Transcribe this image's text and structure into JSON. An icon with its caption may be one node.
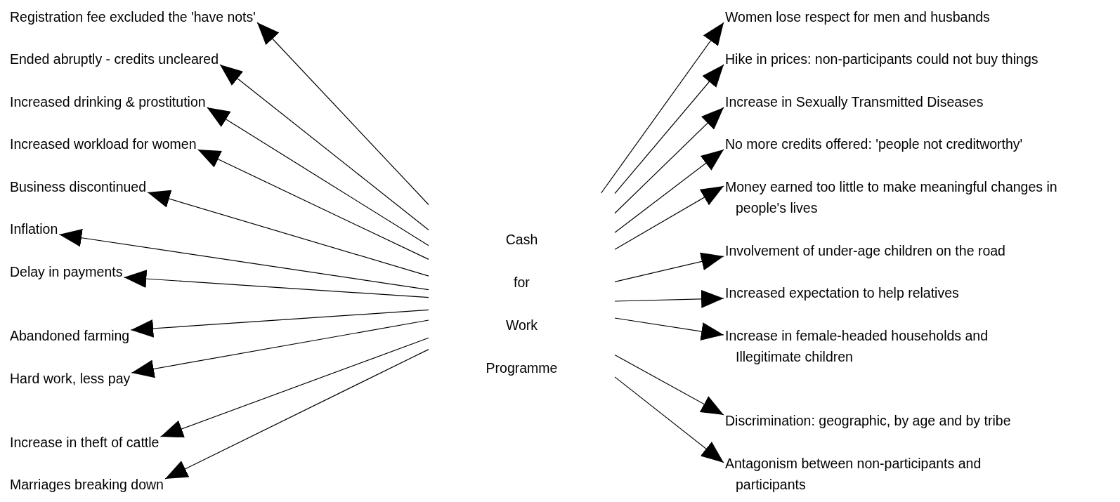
{
  "diagram": {
    "nodes": [
      {
        "text": [
          "Cash for Work Programme"
        ]
      },
      {
        "text": [
          "Registration fee excluded the 'have nots'"
        ]
      },
      {
        "text": [
          "Ended abruptly - credits uncleared"
        ]
      },
      {
        "text": [
          "Increased drinking & prostitution"
        ]
      },
      {
        "text": [
          "Increased workload for women"
        ]
      },
      {
        "text": [
          "Business discontinued"
        ]
      },
      {
        "text": [
          "Inflation"
        ]
      },
      {
        "text": [
          "Delay in payments"
        ]
      },
      {
        "text": [
          "Abandoned farming"
        ]
      },
      {
        "text": [
          "Hard work, less pay"
        ]
      },
      {
        "text": [
          "Increase in theft of cattle"
        ]
      },
      {
        "text": [
          "Marriages breaking down"
        ]
      },
      {
        "text": [
          "Women lose respect for men and husbands"
        ]
      },
      {
        "text": [
          "Hike in prices: non-participants could not buy things"
        ]
      },
      {
        "text": [
          "Increase in Sexually Transmitted Diseases"
        ]
      },
      {
        "text": [
          "No more credits offered: 'people not creditworthy'"
        ]
      },
      {
        "text": [
          "Money earned too little to make meaningful changes in people's lives"
        ]
      },
      {
        "text": [
          "Involvement of under-age children on the road"
        ]
      },
      {
        "text": [
          "Increased expectation to help relatives"
        ]
      },
      {
        "text": [
          "Increase in female-headed households and Illegitimate children"
        ]
      },
      {
        "text": [
          "Discrimination: geographic, by age and by tribe"
        ]
      },
      {
        "text": [
          "Antagonism between non-participants and participants"
        ]
      }
    ],
    "edges": [
      {
        "from": 0,
        "to": 1,
        "arrow": "to"
      },
      {
        "from": 0,
        "to": 2,
        "arrow": "to"
      },
      {
        "from": 0,
        "to": 3,
        "arrow": "to"
      },
      {
        "from": 0,
        "to": 4,
        "arrow": "to"
      },
      {
        "from": 0,
        "to": 5,
        "arrow": "to"
      },
      {
        "from": 0,
        "to": 6,
        "arrow": "to"
      },
      {
        "from": 0,
        "to": 7,
        "arrow": "to"
      },
      {
        "from": 0,
        "to": 8,
        "arrow": "to"
      },
      {
        "from": 0,
        "to": 9,
        "arrow": "to"
      },
      {
        "from": 0,
        "to": 10,
        "arrow": "to"
      },
      {
        "from": 0,
        "to": 11,
        "arrow": "to"
      },
      {
        "from": 0,
        "to": 12,
        "arrow": "to"
      },
      {
        "from": 0,
        "to": 13,
        "arrow": "to"
      },
      {
        "from": 0,
        "to": 14,
        "arrow": "to"
      },
      {
        "from": 0,
        "to": 15,
        "arrow": "to"
      },
      {
        "from": 0,
        "to": 16,
        "arrow": "to"
      },
      {
        "from": 0,
        "to": 17,
        "arrow": "to"
      },
      {
        "from": 0,
        "to": 18,
        "arrow": "to"
      },
      {
        "from": 0,
        "to": 19,
        "arrow": "to"
      },
      {
        "from": 0,
        "to": 20,
        "arrow": "to"
      },
      {
        "from": 0,
        "to": 21,
        "arrow": "to"
      }
    ]
  }
}
